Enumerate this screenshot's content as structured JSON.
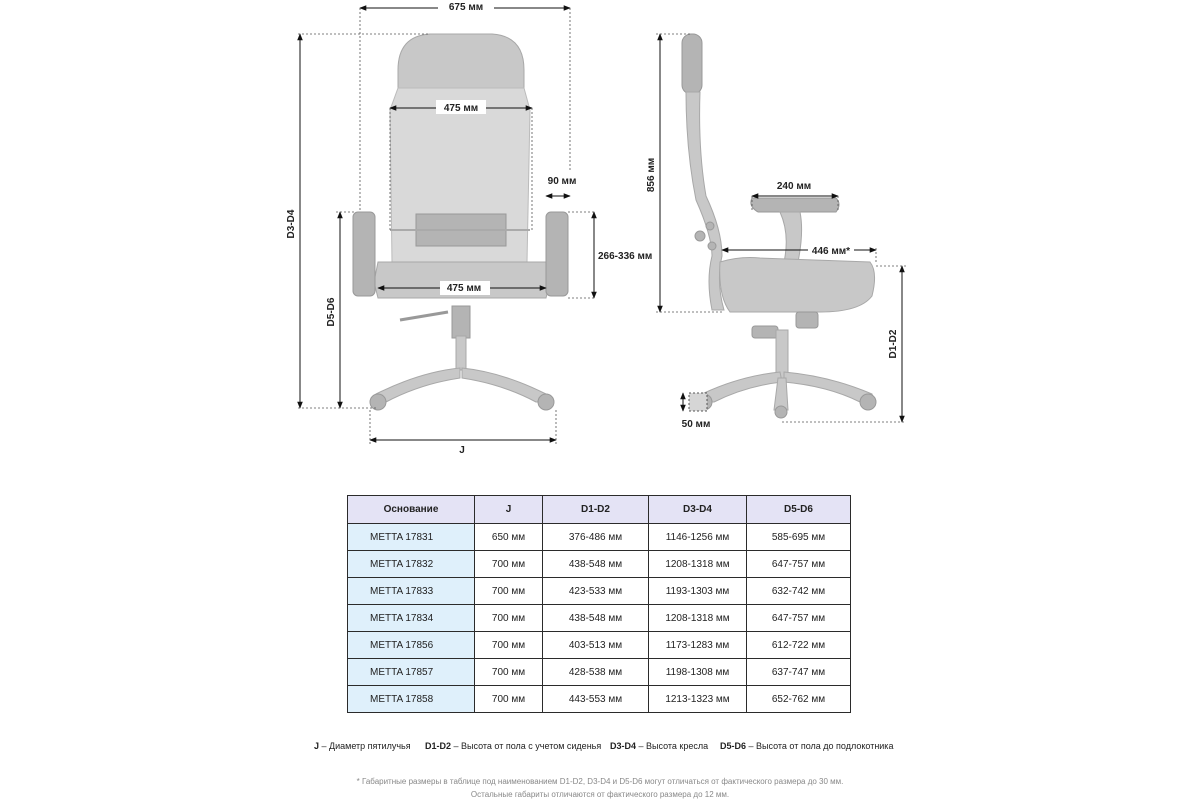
{
  "front_view": {
    "overall_width": "675 мм",
    "back_width": "475 мм",
    "seat_width": "475 мм",
    "armrest_width": "90 мм",
    "armrest_height": "266-336 мм",
    "total_height": "D3-D4",
    "armrest_floor": "D5-D6",
    "base_diameter": "J"
  },
  "side_view": {
    "back_height": "856 мм",
    "armrest_depth": "240 мм",
    "seat_depth": "446 мм*",
    "seat_floor": "D1-D2",
    "caster_size": "50 мм"
  },
  "table": {
    "headers": [
      "Основание",
      "J",
      "D1-D2",
      "D3-D4",
      "D5-D6"
    ],
    "rows": [
      [
        "METTA 17831",
        "650 мм",
        "376-486 мм",
        "1146-1256 мм",
        "585-695 мм"
      ],
      [
        "METTA 17832",
        "700 мм",
        "438-548 мм",
        "1208-1318 мм",
        "647-757 мм"
      ],
      [
        "METTA 17833",
        "700 мм",
        "423-533 мм",
        "1193-1303 мм",
        "632-742 мм"
      ],
      [
        "METTA 17834",
        "700 мм",
        "438-548 мм",
        "1208-1318 мм",
        "647-757 мм"
      ],
      [
        "METTA 17856",
        "700 мм",
        "403-513 мм",
        "1173-1283 мм",
        "612-722 мм"
      ],
      [
        "METTA 17857",
        "700 мм",
        "428-538 мм",
        "1198-1308 мм",
        "637-747 мм"
      ],
      [
        "METTA 17858",
        "700 мм",
        "443-553 мм",
        "1213-1323 мм",
        "652-762 мм"
      ]
    ]
  },
  "legend": [
    {
      "key": "J",
      "text": " – Диаметр пятилучья"
    },
    {
      "key": "D1-D2",
      "text": " – Высота от пола с учетом сиденья"
    },
    {
      "key": "D3-D4",
      "text": " – Высота кресла"
    },
    {
      "key": "D5-D6",
      "text": " – Высота от пола до подлокотника"
    }
  ],
  "footnotes": [
    "* Габаритные размеры в таблице под наименованием D1-D2, D3-D4 и D5-D6 могут отличаться от фактического размера до 30 мм.",
    "Остальные габариты отличаются от фактического размера до 12 мм."
  ]
}
